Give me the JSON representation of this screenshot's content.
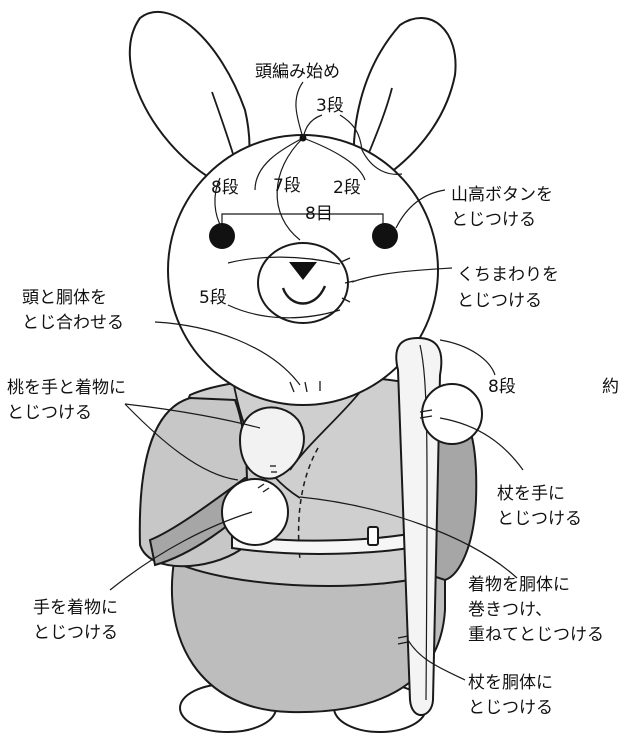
{
  "labels": {
    "head_start": "頭編み始め",
    "row3": "3段",
    "row8_left": "8段",
    "row7": "7段",
    "row2": "2段",
    "row8_eyes": "8目",
    "button_eyes_1": "山高ボタンを",
    "button_eyes_2": "とじつける",
    "mouth_1": "くちまわりを",
    "mouth_2": "とじつける",
    "row5": "5段",
    "head_body_1": "頭と胴体を",
    "head_body_2": "とじ合わせる",
    "row8_staff": "8段",
    "approx": "約",
    "peach_1": "桃を手と着物に",
    "peach_2": "とじつける",
    "staff_hand_1": "杖を手に",
    "staff_hand_2": "とじつける",
    "kimono_1": "着物を胴体に",
    "kimono_2": "巻きつけ、",
    "kimono_3": "重ねてとじつける",
    "hand_kimono_1": "手を着物に",
    "hand_kimono_2": "とじつける",
    "staff_body_1": "杖を胴体に",
    "staff_body_2": "とじつける"
  },
  "colors": {
    "outline": "#1a1a1a",
    "kimono": "#cfcfcf",
    "body": "#bdbdbd",
    "sleeve_dark": "#a6a6a6",
    "staff": "#f4f4f4",
    "peach": "#f2f2f2",
    "eye": "#111111",
    "head": "#ffffff"
  }
}
